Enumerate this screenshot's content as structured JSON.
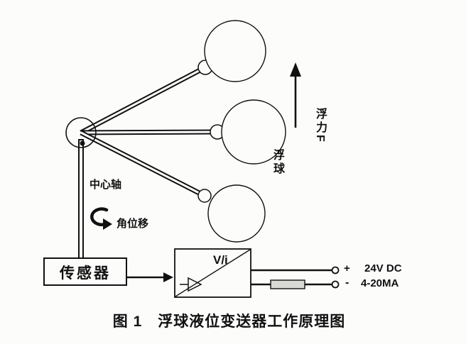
{
  "figure": {
    "caption": "图 1　浮球液位变送器工作原理图",
    "labels": {
      "central_axis": "中心轴",
      "angular_displacement": "角位移",
      "sensor": "传感器",
      "vi_converter": "V/i",
      "buoyancy_force": "浮力F",
      "float_ball": "浮球",
      "terminal_plus": "+",
      "terminal_plus_value": "24V DC",
      "terminal_minus": "-",
      "terminal_minus_value": "4-20MA"
    },
    "colors": {
      "line": "#111111",
      "background": "#fcfcfb",
      "component_fill": "#d9d9d6"
    }
  }
}
